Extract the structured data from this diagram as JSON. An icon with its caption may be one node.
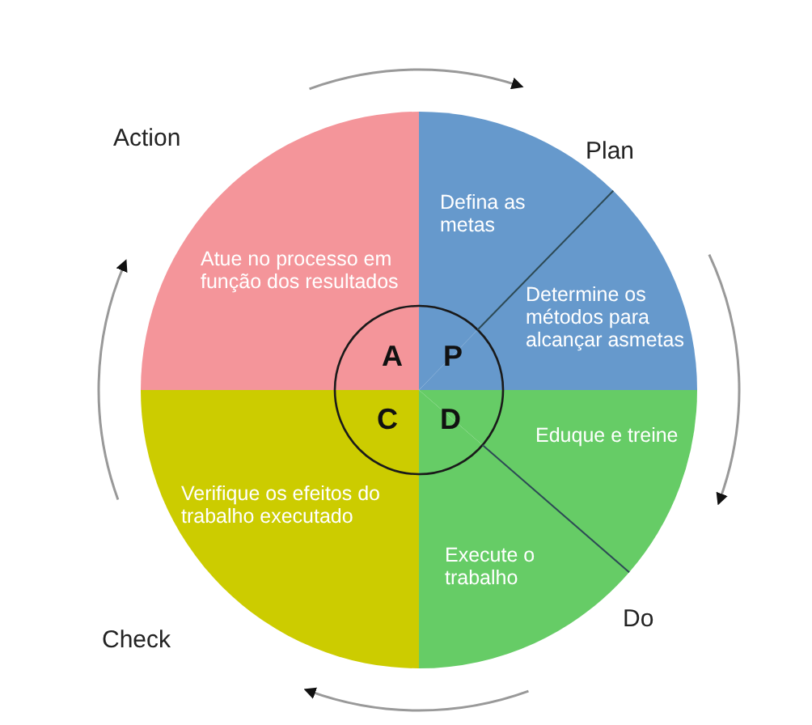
{
  "diagram": {
    "nodes": [
      {
        "text": [
          "Atue no processo em função dos resultados"
        ]
      },
      {
        "text": [
          "Defina as metas"
        ]
      },
      {
        "text": [
          "Determine os métodos para alcançar asmetas"
        ]
      },
      {
        "text": [
          "Eduque e treine"
        ]
      },
      {
        "text": [
          "Execute o trabalho"
        ]
      },
      {
        "text": [
          "Verifique os efeitos do trabalho executado"
        ]
      },
      {
        "text": [
          "A",
          "P",
          "C",
          "D"
        ]
      }
    ],
    "labels": [
      "Action",
      "Plan",
      "Do",
      "Check"
    ]
  }
}
